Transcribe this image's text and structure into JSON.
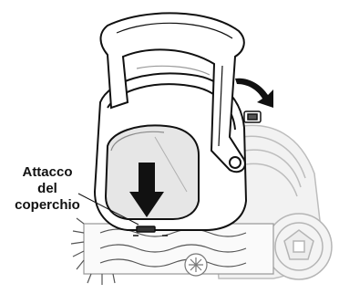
{
  "callout": {
    "lines": [
      "Attacco",
      "del",
      "coperchio"
    ]
  },
  "illustration": {
    "subject": "pool-cleaner-robot",
    "icons": [
      "handle-icon",
      "rotation-arrow-icon",
      "press-down-arrow-icon",
      "wheel-icon",
      "brush-icon",
      "latch-icon"
    ],
    "colors": {
      "line": "#111111",
      "body": "#ffffff",
      "shadow": "#c8c8c8",
      "arrow": "#111111"
    }
  }
}
